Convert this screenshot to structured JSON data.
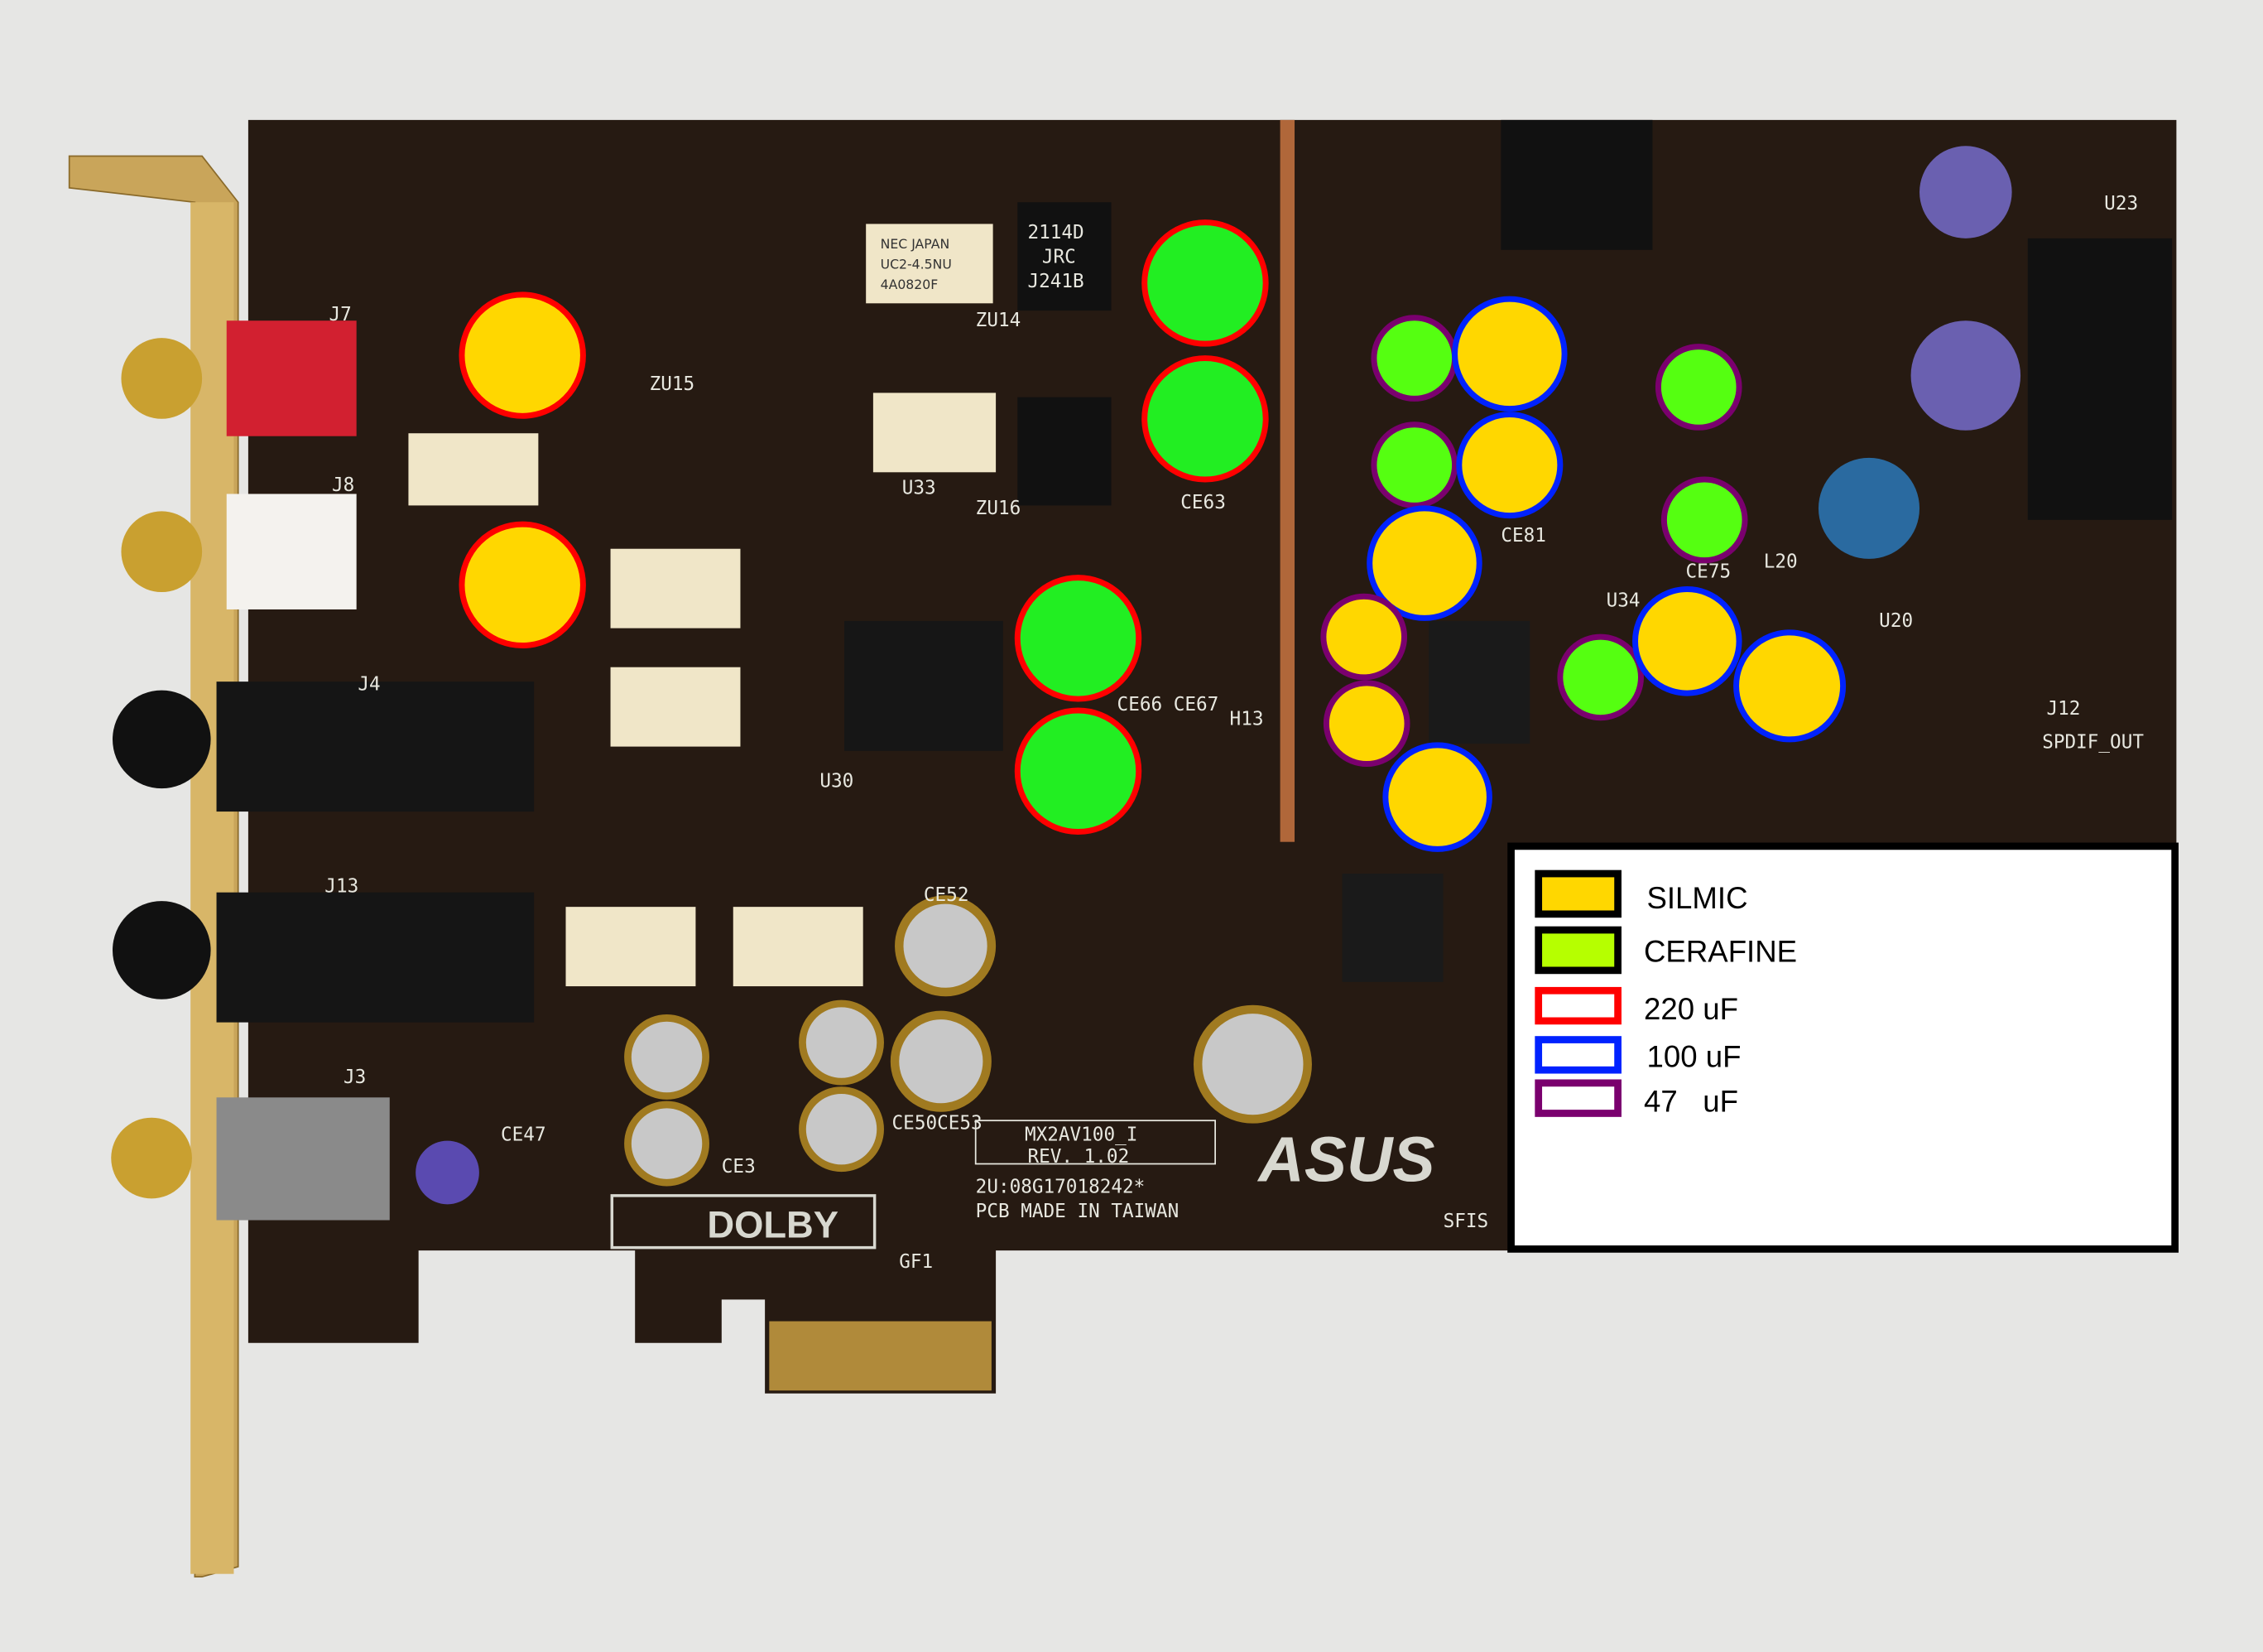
{
  "board": {
    "brand_logo": "ASUS",
    "dolby_logo": "DOLBY",
    "model_box": [
      "MX2AV100_I",
      "REV. 1.02"
    ],
    "serial": "2U:08G17018242*",
    "origin": "PCB MADE IN TAIWAN",
    "labels": {
      "j7": "J7",
      "j8": "J8",
      "j4": "J4",
      "j13": "J13",
      "j3": "J3",
      "h13": "H13",
      "u23": "U23",
      "j12": "J12",
      "spdif": "SPDIF_OUT",
      "ce63": "CE63",
      "ce66": "CE66 CE67",
      "gf1": "GF1",
      "sfis": "SFIS",
      "ce52": "CE52",
      "ce50": "CE50CE53",
      "ce3": "CE3",
      "ce47": "CE47",
      "u30": "U30",
      "u15": "ZU15",
      "u14": "ZU14",
      "u16": "ZU16",
      "u33": "U33",
      "u34": "U34",
      "u20": "U20",
      "l20": "L20",
      "ce75": "CE75",
      "ce81": "CE81"
    },
    "chip_text": [
      "2114D",
      "JRC",
      "J241B"
    ],
    "relay_text": [
      "NEC JAPAN",
      "UC2-4.5NU",
      "4A0820F"
    ]
  },
  "legend": {
    "items": [
      {
        "label": "SILMIC",
        "kind": "fill",
        "color": "#ffd700"
      },
      {
        "label": "CERAFINE",
        "kind": "fill",
        "color": "#b6ff00"
      },
      {
        "label": "220 uF",
        "kind": "outline",
        "color": "#ff0000"
      },
      {
        "label": "100 uF",
        "kind": "outline",
        "color": "#0022ff"
      },
      {
        "label": "47   uF",
        "kind": "outline",
        "color": "#7a006e"
      }
    ]
  },
  "markers": {
    "silmic_color": "#ffd700",
    "cerafine_color": "#22ee22",
    "cerafine_right_color": "#55ff11",
    "uf220_color": "#ff0000",
    "uf100_color": "#0022ff",
    "uf47_color": "#7a006e"
  }
}
